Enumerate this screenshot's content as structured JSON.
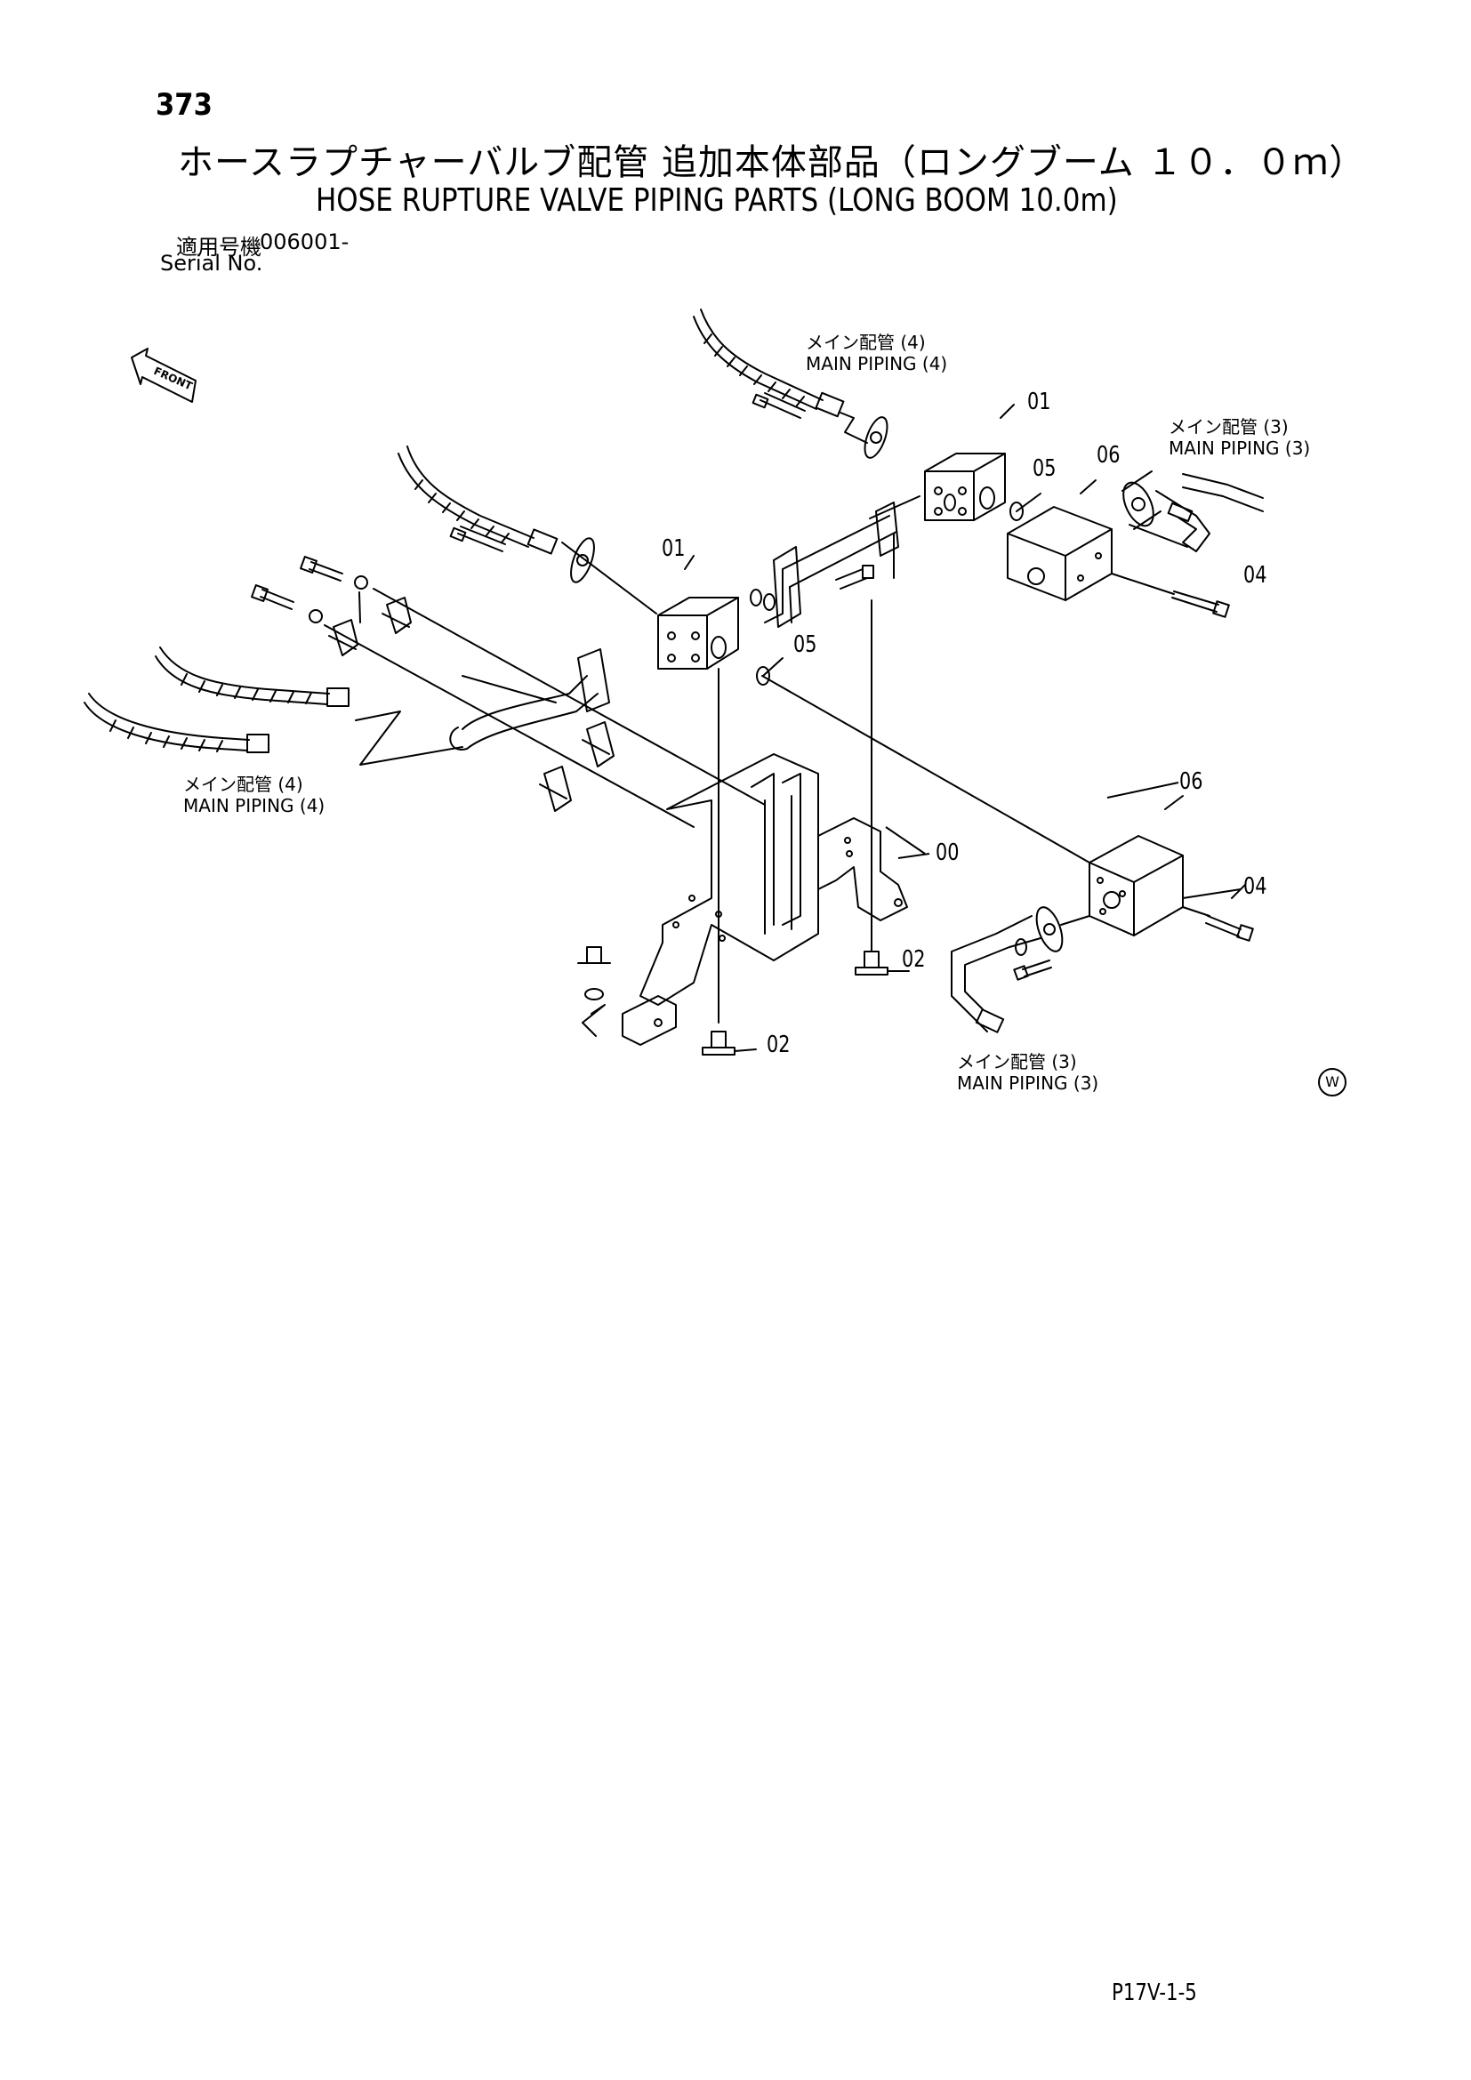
{
  "header": {
    "page_number": "373",
    "title_ja": "ホースラプチャーバルブ配管 追加本体部品（ロングブーム １０．０ｍ）",
    "title_en": "HOSE RUPTURE VALVE PIPING PARTS (LONG BOOM 10.0m)",
    "serial_label_ja": "適用号機",
    "serial_value": "006001-",
    "serial_label_en": "Serial No."
  },
  "diagram": {
    "front_label": "FRONT",
    "piping_labels": [
      {
        "ja": "メイン配管 (4)",
        "en": "MAIN PIPING (4)"
      },
      {
        "ja": "メイン配管 (3)",
        "en": "MAIN PIPING (3)"
      },
      {
        "ja": "メイン配管 (4)",
        "en": "MAIN PIPING (4)"
      },
      {
        "ja": "メイン配管 (3)",
        "en": "MAIN PIPING (3)"
      }
    ],
    "callouts": [
      "01",
      "05",
      "06",
      "04",
      "01",
      "05",
      "06",
      "04",
      "00",
      "02",
      "02"
    ],
    "mark": "W"
  },
  "footer": {
    "code": "P17V-1-5"
  }
}
